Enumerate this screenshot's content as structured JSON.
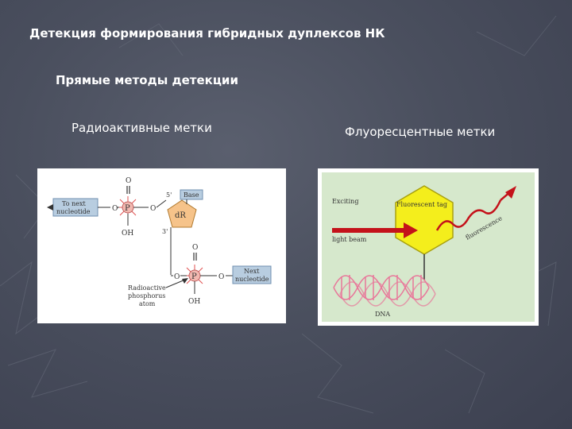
{
  "slide": {
    "title": "Детекция формирования гибридных дуплексов НК",
    "subtitle": "Прямые методы детекции",
    "left_caption": "Радиоактивные метки",
    "right_caption": "Флуоресцентные метки"
  },
  "radioactive_figure": {
    "base": "Base",
    "sugar": "dR",
    "five_prime": "5'",
    "three_prime": "3'",
    "phosphorus": "P",
    "oxygen": "O",
    "hydroxyl": "OH",
    "to_next_line1": "To next",
    "to_next_line2": "nucleotide",
    "next_line1": "Next",
    "next_line2": "nucleotide",
    "radio_line1": "Radioactive",
    "radio_line2": "phosphorus",
    "radio_line3": "atom"
  },
  "fluorescent_figure": {
    "tag": "Fluorescent tag",
    "exciting": "Exciting",
    "light_beam": "light beam",
    "fluorescence": "fluorescence",
    "dna": "DNA"
  },
  "colors": {
    "background": "#4a4f5e",
    "text": "#ffffff",
    "fluor_panel_bg": "#d6e8cc",
    "tag_yellow": "#f4ee1c",
    "beam_red": "#c4121a",
    "dna_pink": "#e8779a",
    "label_box": "#b8cde0"
  }
}
